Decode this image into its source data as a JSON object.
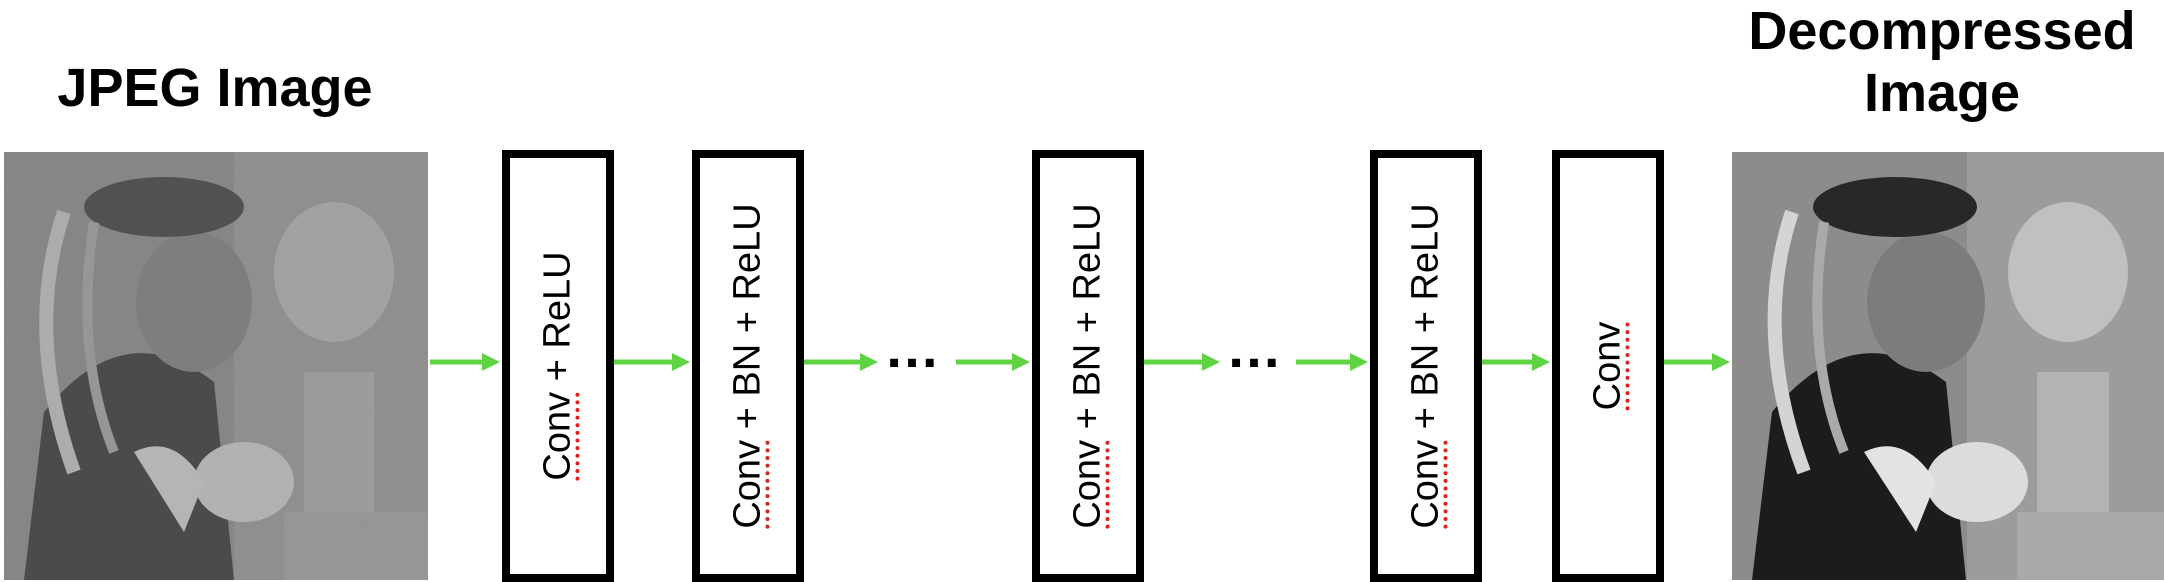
{
  "input": {
    "title": "JPEG Image"
  },
  "output": {
    "title_line1": "Decompressed",
    "title_line2": "Image"
  },
  "blocks": [
    {
      "text_prefix": "",
      "spell_word": "Conv",
      "text_suffix": " + ReLU"
    },
    {
      "text_prefix": "",
      "spell_word": "Conv",
      "text_suffix": " + BN + ReLU"
    },
    {
      "text_prefix": "",
      "spell_word": "Conv",
      "text_suffix": " + BN + ReLU"
    },
    {
      "text_prefix": "",
      "spell_word": "Conv",
      "text_suffix": " + BN + ReLU"
    },
    {
      "text_prefix": "",
      "spell_word": "Conv",
      "text_suffix": ""
    }
  ],
  "ellipsis": [
    "…",
    "…"
  ],
  "colors": {
    "arrow": "#5fd442",
    "block_border": "#000000",
    "spell_underline": "#e02020"
  }
}
